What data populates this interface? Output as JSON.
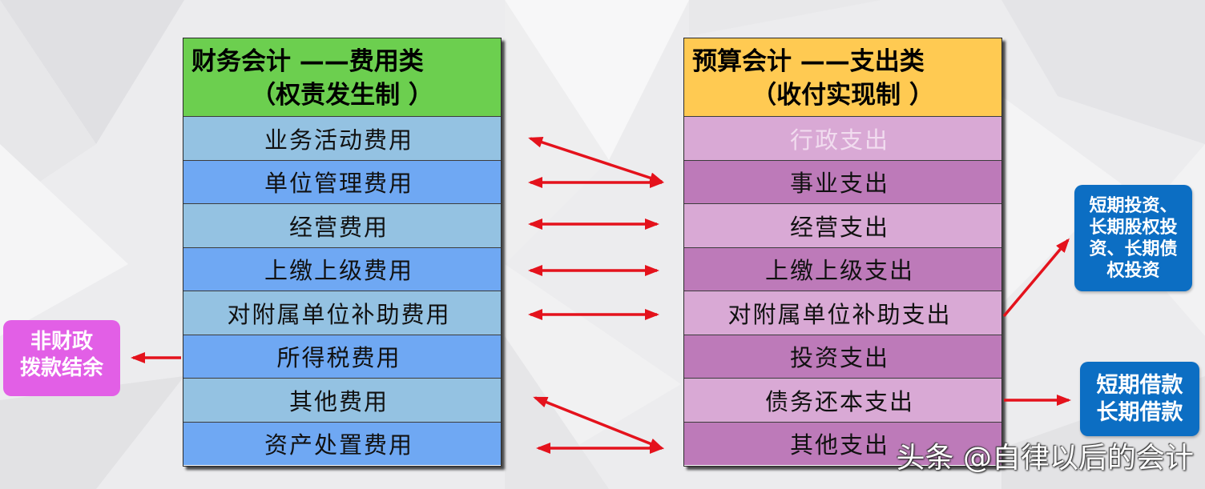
{
  "colors": {
    "left_header": "#6ccf4f",
    "left_row_light": "#94c2e2",
    "left_row_dark": "#6fa8f3",
    "right_header": "#ffca52",
    "right_row_light": "#d9a9d5",
    "right_row_dark": "#bd7ab9",
    "faded_row_text": "#f1dcef",
    "arrow": "#e4121c",
    "non_fiscal_box": "#e25fe6",
    "blue_box": "#0c6ec3"
  },
  "left_table": {
    "title": "财务会计 ——费用类",
    "basis": "（权责发生制 ）",
    "rows": [
      "业务活动费用",
      "单位管理费用",
      "经营费用",
      "上缴上级费用",
      "对附属单位补助费用",
      "所得税费用",
      "其他费用",
      "资产处置费用"
    ]
  },
  "right_table": {
    "title": "预算会计 ——支出类",
    "basis": "（收付实现制 ）",
    "rows": [
      "行政支出",
      "事业支出",
      "经营支出",
      "上缴上级支出",
      "对附属单位补助支出",
      "投资支出",
      "债务还本支出",
      "其他支出"
    ]
  },
  "non_fiscal_box": {
    "lines": [
      "非财政",
      "拨款结余"
    ]
  },
  "investment_box": {
    "lines": [
      "短期投资、",
      "长期股权投",
      "资、长期债",
      "权投资"
    ]
  },
  "loan_box": {
    "lines": [
      "短期借款",
      "长期借款"
    ]
  },
  "watermark": "头条 @自律以后的会计"
}
